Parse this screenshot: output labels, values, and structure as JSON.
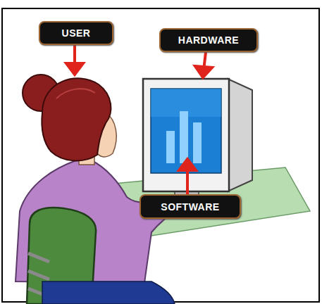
{
  "diagram": {
    "nodes": [
      {
        "text": [
          "USER"
        ]
      },
      {
        "text": [
          "HARDWARE"
        ]
      },
      {
        "text": [
          "SOFTWARE"
        ]
      }
    ]
  }
}
